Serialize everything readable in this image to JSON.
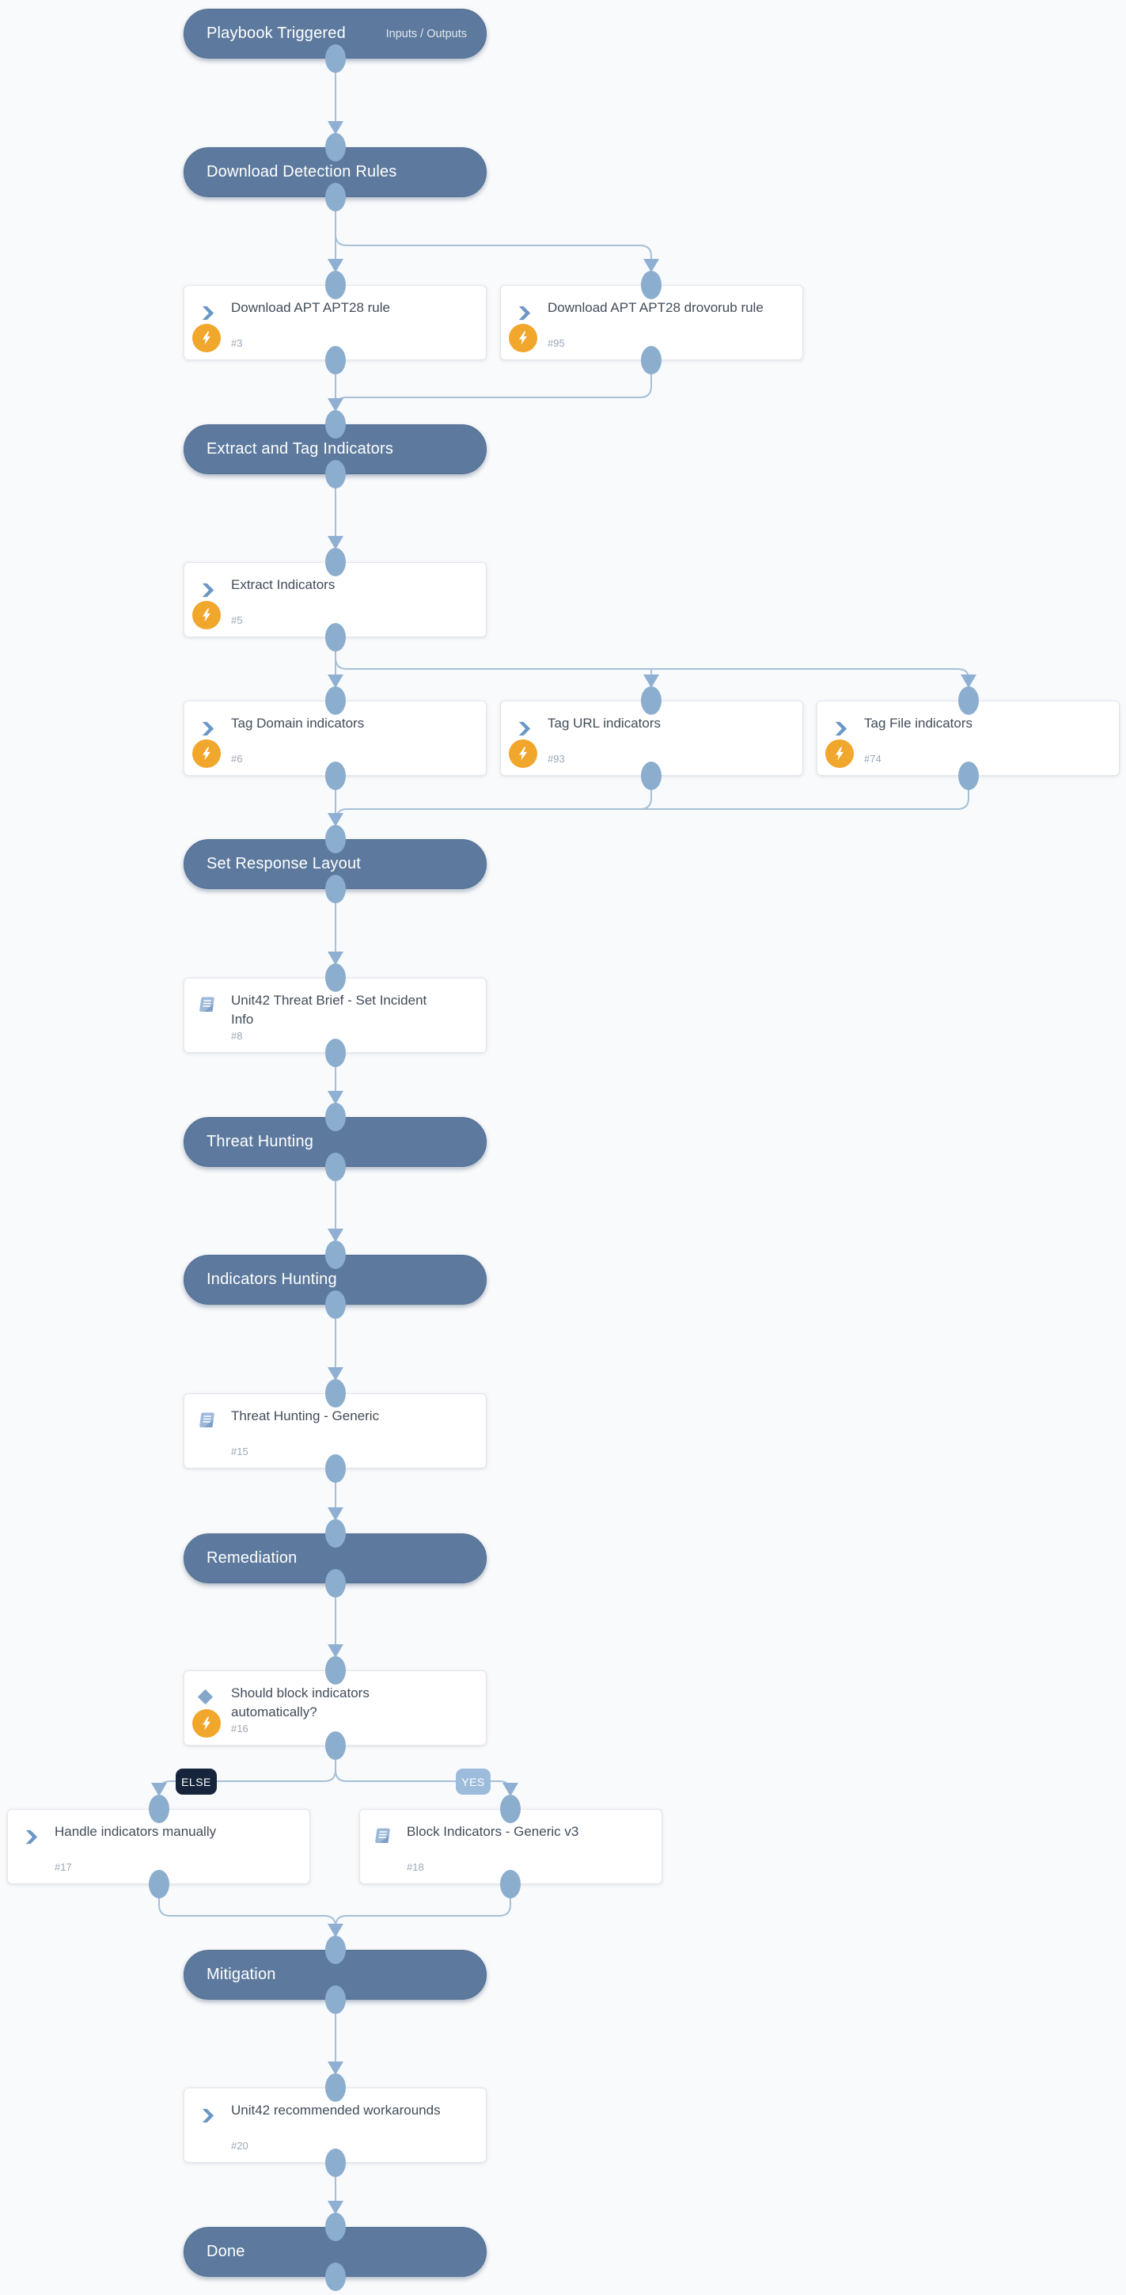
{
  "nodes": {
    "playbook_triggered": {
      "title": "Playbook Triggered",
      "io_link": "Inputs / Outputs"
    },
    "download_detection_rules": {
      "title": "Download Detection Rules"
    },
    "download_apt28_rule": {
      "title": "Download APT APT28 rule",
      "id": "#3"
    },
    "download_apt28_drovorub_rule": {
      "title": "Download APT APT28 drovorub rule",
      "id": "#95"
    },
    "extract_and_tag_indicators": {
      "title": "Extract and Tag Indicators"
    },
    "extract_indicators": {
      "title": "Extract Indicators",
      "id": "#5"
    },
    "tag_domain_indicators": {
      "title": "Tag Domain indicators",
      "id": "#6"
    },
    "tag_url_indicators": {
      "title": "Tag URL indicators",
      "id": "#93"
    },
    "tag_file_indicators": {
      "title": "Tag File indicators",
      "id": "#74"
    },
    "set_response_layout": {
      "title": "Set Response Layout"
    },
    "unit42_threat_brief": {
      "title": "Unit42 Threat Brief - Set Incident Info",
      "id": "#8"
    },
    "threat_hunting": {
      "title": "Threat Hunting"
    },
    "indicators_hunting": {
      "title": "Indicators Hunting"
    },
    "threat_hunting_generic": {
      "title": "Threat Hunting - Generic",
      "id": "#15"
    },
    "remediation": {
      "title": "Remediation"
    },
    "should_block_indicators": {
      "title": "Should block indicators automatically?",
      "id": "#16"
    },
    "handle_indicators_manually": {
      "title": "Handle indicators manually",
      "id": "#17"
    },
    "block_indicators_generic_v3": {
      "title": "Block Indicators - Generic v3",
      "id": "#18"
    },
    "mitigation": {
      "title": "Mitigation"
    },
    "unit42_recommended_workarounds": {
      "title": "Unit42 recommended workarounds",
      "id": "#20"
    },
    "done": {
      "title": "Done"
    }
  },
  "branch_labels": {
    "else": "ELSE",
    "yes": "YES"
  },
  "icons": {
    "chevron-icon": "automation task",
    "book-icon": "sub-playbook task",
    "diamond-icon": "condition task",
    "lightning-icon": "automated task badge"
  },
  "colors": {
    "section_header": "#5d7a9e",
    "connector": "#a6c0d8",
    "connector_dot": "#8badce",
    "automation_badge": "#f1a62c",
    "else_badge": "#16253b",
    "yes_badge": "#9dbcdc",
    "background": "#f9fafb"
  }
}
